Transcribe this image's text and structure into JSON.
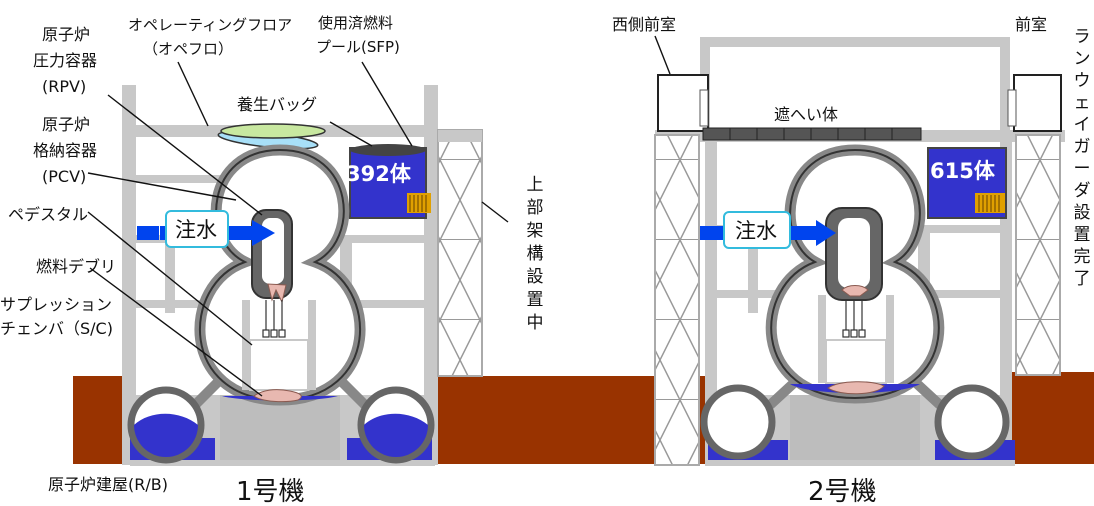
{
  "colors": {
    "ground": "#993300",
    "water": "#3333cc",
    "structure": "#c8c8c8",
    "debris": "#e8b8b0",
    "injection_arrow": "#0044ee"
  },
  "unit1": {
    "unit_label": "1号機",
    "building_label": "原子炉建屋(R/B)",
    "labels": {
      "operating_floor": [
        "オペレーティングフロア",
        "（オペフロ）"
      ],
      "sfp": [
        "使用済燃料",
        "プール(SFP)"
      ],
      "rpv": [
        "原子炉",
        "圧力容器",
        "(RPV)"
      ],
      "pcv": [
        "原子炉",
        "格納容器",
        "(PCV)"
      ],
      "pedestal": "ペデスタル",
      "fuel_debris": "燃料デブリ",
      "suppression": [
        "サプレッション",
        "チェンバ（S/C)"
      ],
      "cover_bag": "養生バッグ"
    },
    "fuel_count": "392体",
    "injection": "注水",
    "upper_frame_status": [
      "上",
      "部",
      "架",
      "構",
      "設",
      "置",
      "中"
    ]
  },
  "unit2": {
    "unit_label": "2号機",
    "labels": {
      "west_anteroom": "西側前室",
      "anteroom": "前室",
      "shield": "遮へい体"
    },
    "fuel_count": "615体",
    "injection": "注水",
    "runway_girder_status": [
      "ラ",
      "ン",
      "ウ",
      "ェ",
      "イ",
      "ガ",
      "ー",
      "ダ",
      "設",
      "置",
      "完",
      "了"
    ]
  }
}
